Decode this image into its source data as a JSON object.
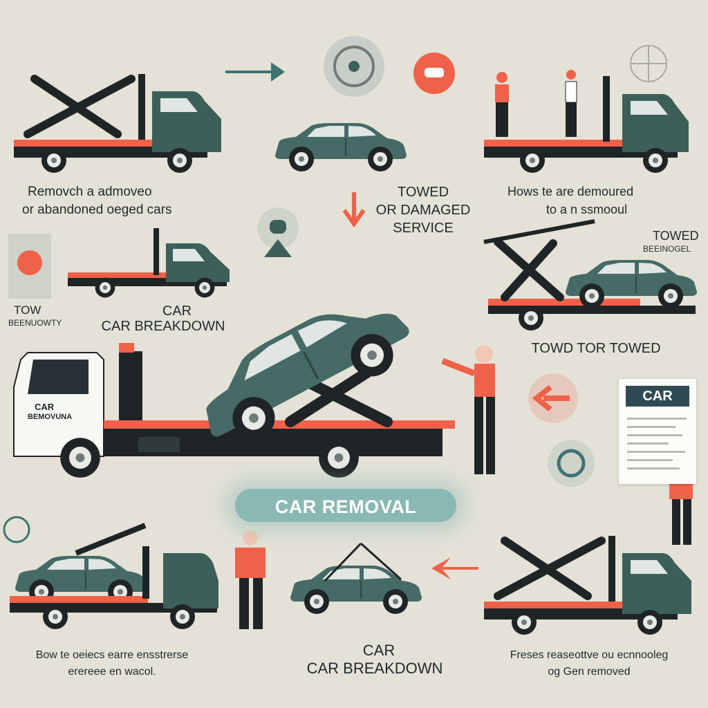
{
  "labels": {
    "tl_line1": "Removch a admoveo",
    "tl_line2": "or abandoned oeged cars",
    "tc_line1": "TOWED",
    "tc_line2": "OR DAMAGED",
    "tc_line3": "SERVICE",
    "tr_line1": "Hows te are demoured",
    "tr_line2": "to a n ssmooul",
    "left_tow": "TOW",
    "left_tow_sub": "BEENUOWTY",
    "mid_car": "CAR",
    "mid_car_breakdown": "CAR BREAKDOWN",
    "right_towed": "TOWED",
    "right_towed_sub": "BEEINOGEL",
    "towd_tor_towed": "TOWD TOR TOWED",
    "truck_door_1": "CAR",
    "truck_door_2": "BEMOVUNA",
    "doc_header": "CAR",
    "banner": "CAR REMOVAL",
    "bl_line1": "Bow te oeiecs earre ensstrerse",
    "bl_line2": "erereee en wacol.",
    "bc_line1": "CAR",
    "bc_line2": "CAR BREAKDOWN",
    "br_line1": "Freses reaseottve ou ecnnooleg",
    "br_line2": "og Gen removed"
  },
  "colors": {
    "background": "#e4e2d6",
    "truck_cab": "#3d5f5a",
    "car_body": "#466a66",
    "accent": "#f0614a",
    "dark": "#1f2426",
    "teal_banner": "#8ab8b4"
  },
  "icons": [
    "arrow-right-icon",
    "gear-dial-icon",
    "car-circle-icon",
    "arrow-down-icon",
    "location-pin-icon",
    "arrow-left-icon",
    "compass-icon",
    "recycle-icon",
    "phone-icon"
  ]
}
